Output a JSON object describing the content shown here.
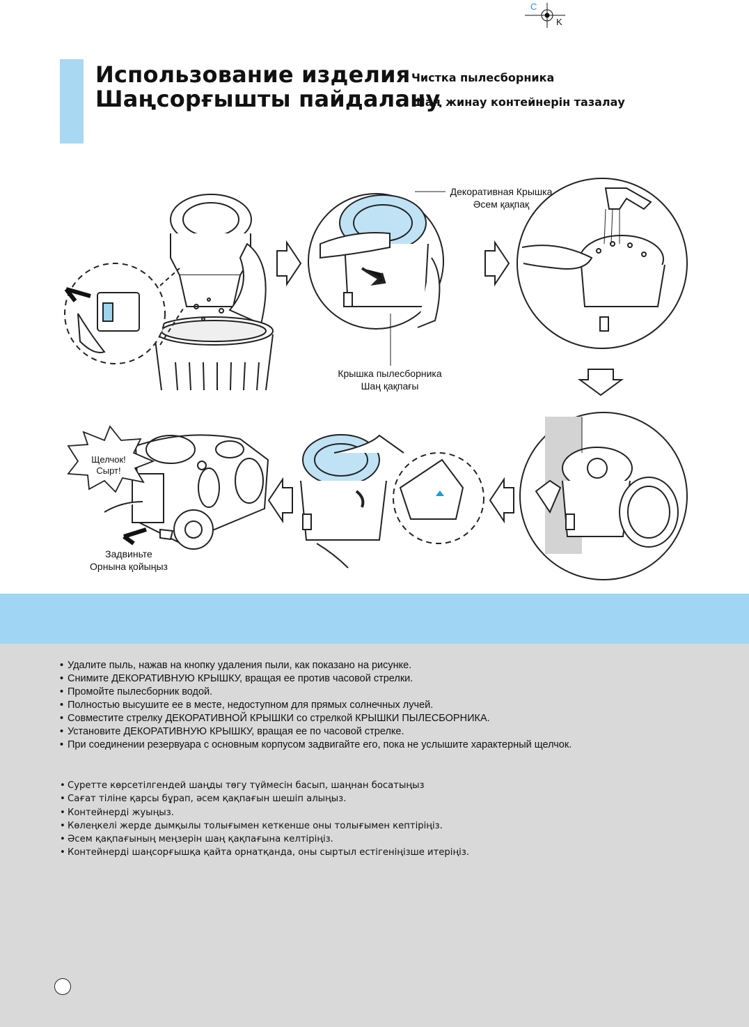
{
  "registration": {
    "c": "C",
    "k": "K"
  },
  "header": {
    "title_ru": "Использование изделия",
    "title_kk": "Шаңсорғышты пайдалану",
    "subtitle_ru": "Чистка пылесборника",
    "subtitle_kk": "Шаң жинау контейнерін тазалау"
  },
  "callouts": {
    "decorative_cover_ru": "Декоративная Крышка",
    "decorative_cover_kk": "Әсем қақпақ",
    "dust_lid_ru": "Крышка пылесборника",
    "dust_lid_kk": "Шаң қақпағы",
    "click_ru": "Щелчок!",
    "click_kk": "Сырт!",
    "push_ru": "Задвиньте",
    "push_kk": "Орнына қойыңыз"
  },
  "instructions_ru": [
    "Удалите пыль, нажав на кнопку удаления пыли, как показано на рисунке.",
    "Снимите ДЕКОРАТИВНУЮ КРЫШКУ, вращая ее против часовой стрелки.",
    "Промойте пылесборник водой.",
    "Полностью высушите ее в месте, недоступном для прямых солнечных лучей.",
    "Совместите стрелку ДЕКОРАТИВНОЙ КРЫШКИ со стрелкой КРЫШКИ ПЫЛЕСБОРНИКА.",
    "Установите ДЕКОРАТИВНУЮ КРЫШКУ, вращая ее по часовой стрелке.",
    "При соединении резервуара с основным корпусом задвигайте его, пока не услышите характерный щелчок."
  ],
  "instructions_kk": [
    "Суретте көрсетілгендей шаңды төгу түймесін басып, шаңнан босатыңыз",
    "Сағат тіліне қарсы бұрап, әсем қақпағын шешіп алыңыз.",
    "Контейнерді жуыңыз.",
    "Көлеңкелі жерде дымқылы толығымен кеткенше оны толығымен кептіріңіз.",
    "Әсем қақпағының меңзерін шаң қақпағына келтіріңіз.",
    "Контейнерді шаңсорғышқа қайта орнатқанда, оны сыртыл естігеніңізше итеріңіз."
  ],
  "colors": {
    "accent_bar": "#a9d8f2",
    "band": "#a0d6f3",
    "text_area": "#d9d9d9",
    "cover_blue": "#bfe3f5"
  }
}
